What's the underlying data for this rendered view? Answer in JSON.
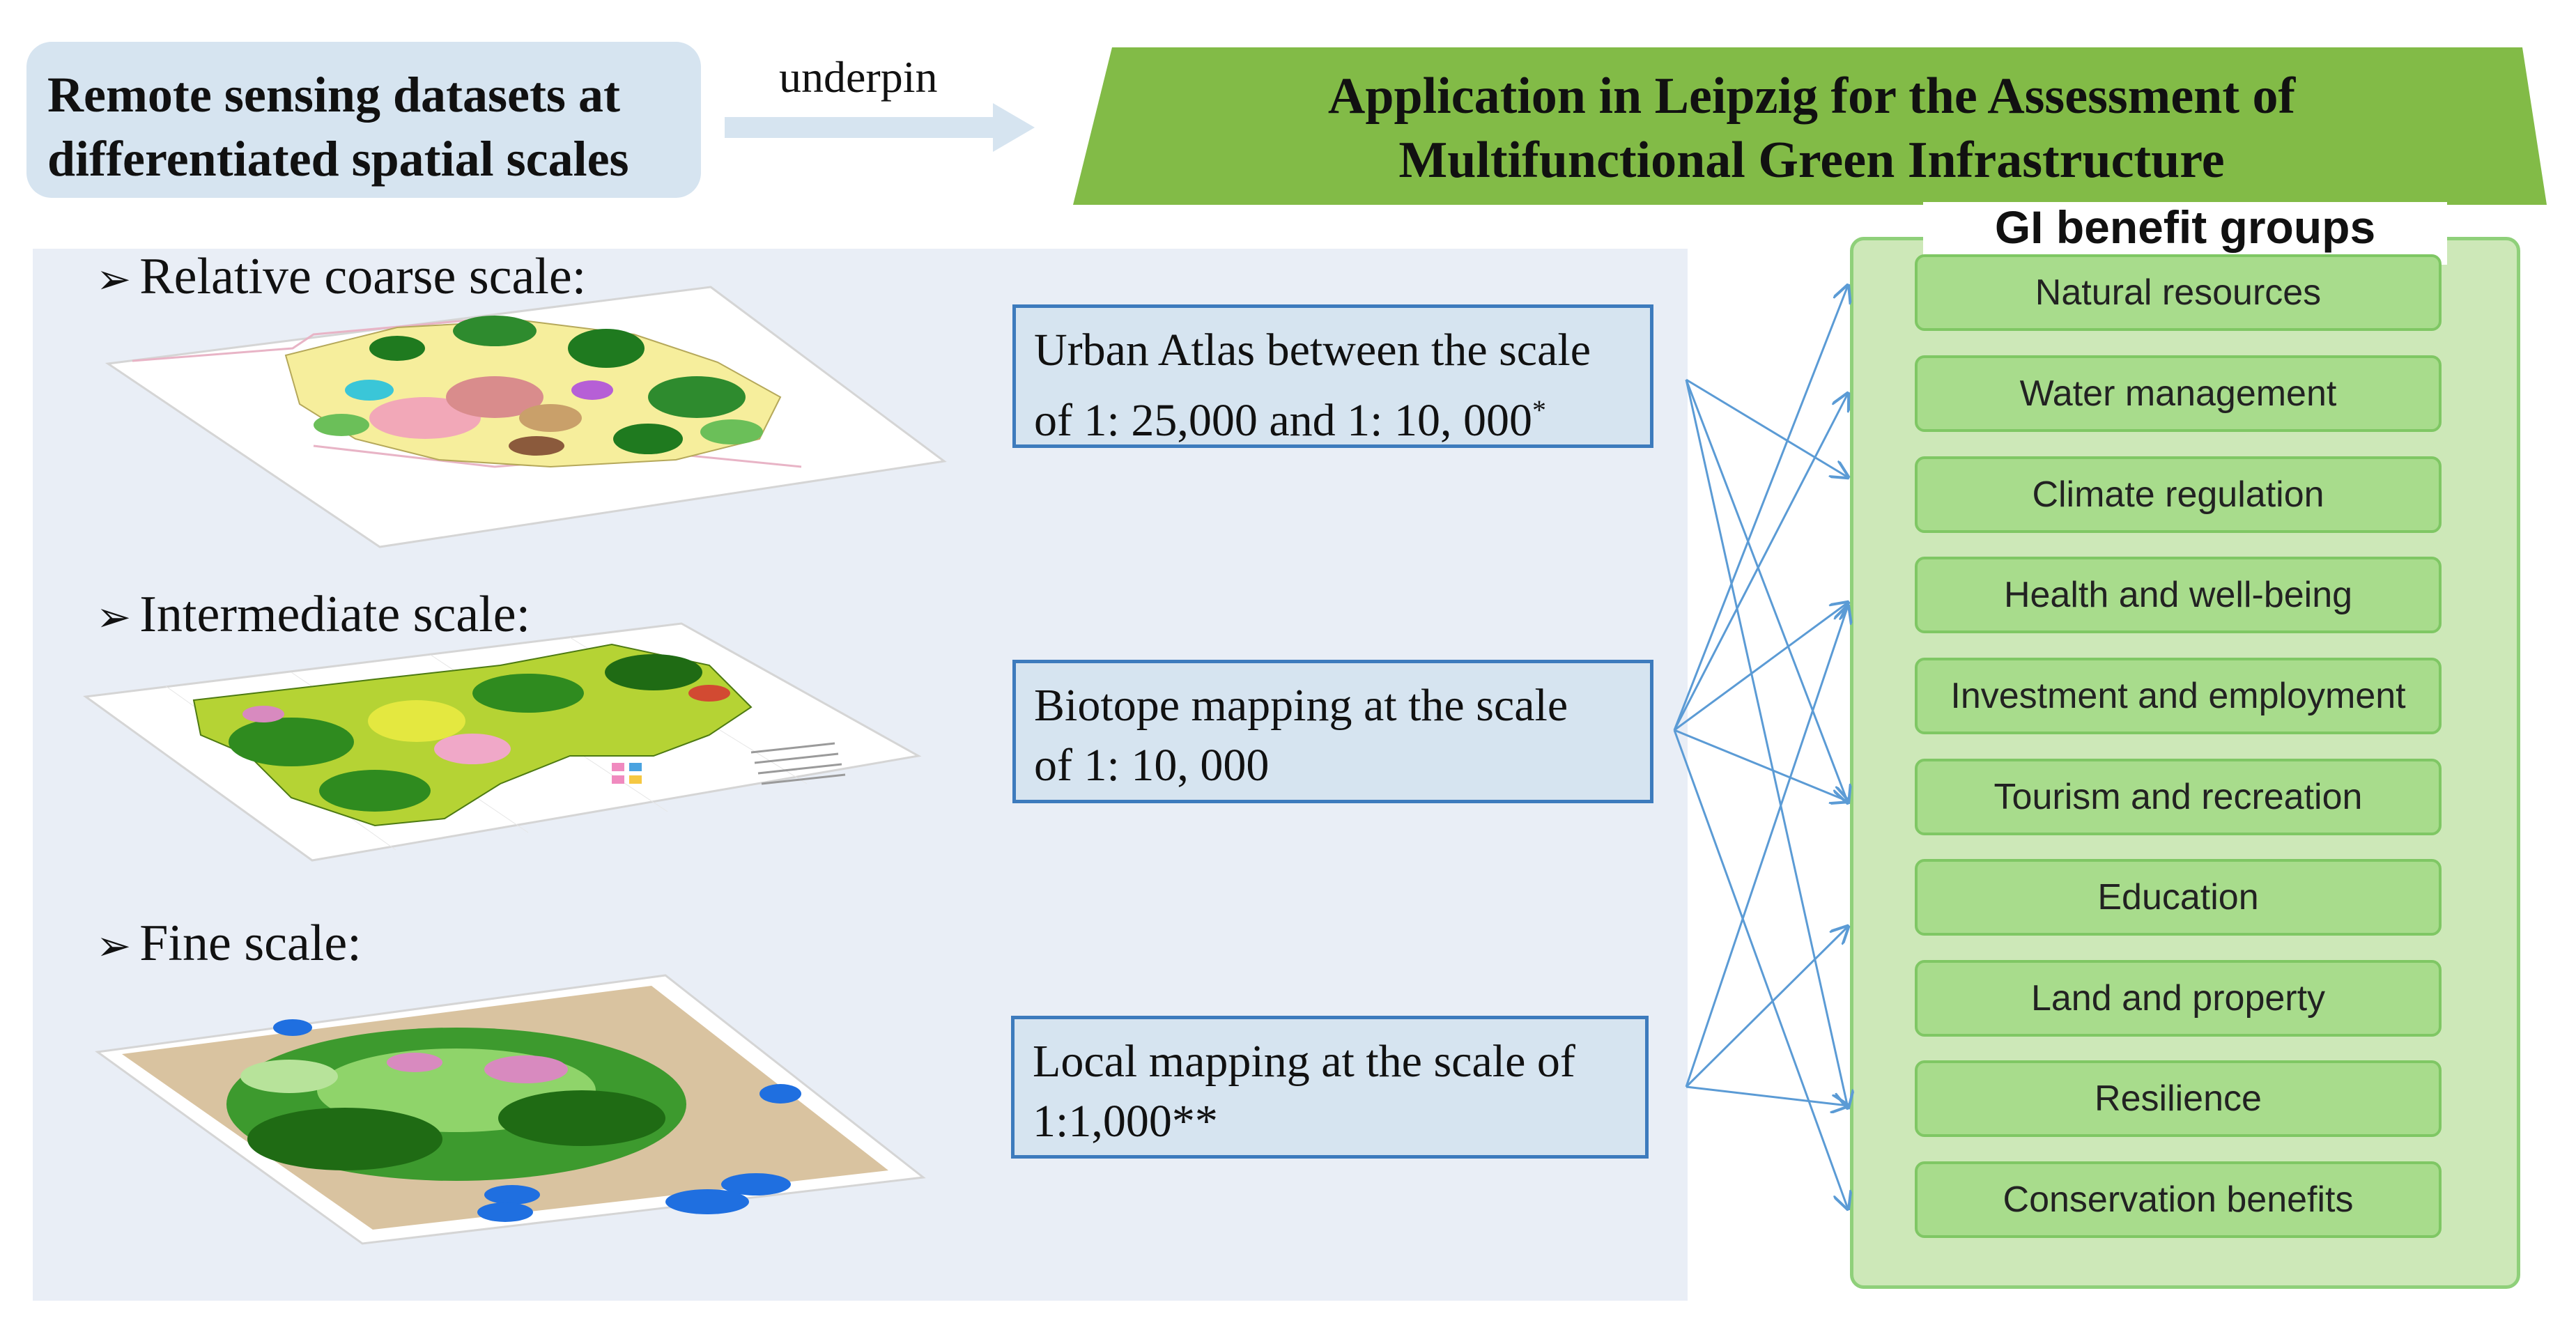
{
  "header": {
    "datasets_label_line1": "Remote sensing datasets at",
    "datasets_label_line2": "differentiated spatial scales",
    "underpin": "underpin",
    "application_line1": "Application in Leipzig for the Assessment of",
    "application_line2": "Multifunctional  Green Infrastructure"
  },
  "scales": [
    {
      "label": "Relative coarse scale:",
      "dataset_line1": "Urban Atlas between the scale",
      "dataset_line2": "of 1: 25,000 and 1: 10, 000",
      "dataset_superscript": "*"
    },
    {
      "label": "Intermediate scale:",
      "dataset_line1": "Biotope mapping at the scale",
      "dataset_line2": "of 1: 10, 000"
    },
    {
      "label": "Fine scale:",
      "dataset_line1": "Local mapping at the scale of",
      "dataset_line2": "1:1,000**"
    }
  ],
  "benefits": {
    "title": "GI benefit groups",
    "items": [
      "Natural resources",
      "Water management",
      "Climate regulation",
      "Health and well-being",
      "Investment and employment",
      "Tourism and recreation",
      "Education",
      "Land and property",
      "Resilience",
      "Conservation benefits"
    ]
  },
  "colors": {
    "title_banner": "#82bb47",
    "light_blue_box": "#d6e4f0",
    "box_border": "#3d7bbd",
    "benefit_fill": "#a8dc8c",
    "benefit_panel": "#cde8b8",
    "connector": "#5b9bd5"
  }
}
